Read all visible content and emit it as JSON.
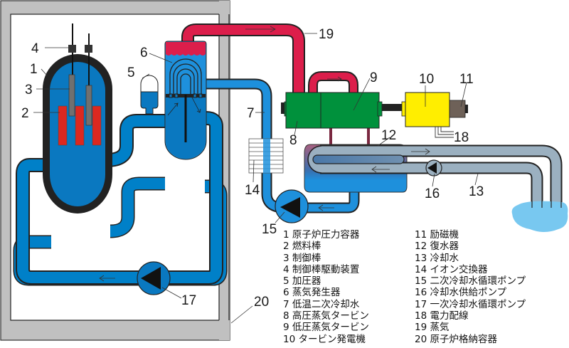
{
  "title": "加圧水型原子炉 (PWR) 構成図",
  "colors": {
    "primary_water": "#0080c8",
    "secondary_water": "#1e90dc",
    "steam": "#dc1e4b",
    "turbine": "#00913c",
    "generator": "#ffee00",
    "exciter": "#6e6158",
    "cooling_water": "#9bb0c0",
    "sea": "#78c8f0",
    "fuel": "#dc2820",
    "containment": "#c0c0c0"
  },
  "callouts": [
    "1",
    "2",
    "3",
    "4",
    "5",
    "6",
    "7",
    "8",
    "9",
    "10",
    "11",
    "12",
    "13",
    "14",
    "15",
    "16",
    "17",
    "18",
    "19",
    "20"
  ],
  "legend": [
    {
      "num": "1",
      "label": "原子炉圧力容器"
    },
    {
      "num": "2",
      "label": "燃料棒"
    },
    {
      "num": "3",
      "label": "制御棒"
    },
    {
      "num": "4",
      "label": "制御棒駆動装置"
    },
    {
      "num": "5",
      "label": "加圧器"
    },
    {
      "num": "6",
      "label": "蒸気発生器"
    },
    {
      "num": "7",
      "label": "低温二次冷却水"
    },
    {
      "num": "8",
      "label": "高圧蒸気タービン"
    },
    {
      "num": "9",
      "label": "低圧蒸気タービン"
    },
    {
      "num": "10",
      "label": "タービン発電機"
    },
    {
      "num": "11",
      "label": "励磁機"
    },
    {
      "num": "12",
      "label": "復水器"
    },
    {
      "num": "13",
      "label": "冷却水"
    },
    {
      "num": "14",
      "label": "イオン交換器"
    },
    {
      "num": "15",
      "label": "二次冷却水循環ポンプ"
    },
    {
      "num": "16",
      "label": "冷却水供給ポンプ"
    },
    {
      "num": "17",
      "label": "一次冷却水循環ポンプ"
    },
    {
      "num": "18",
      "label": "電力配線"
    },
    {
      "num": "19",
      "label": "蒸気"
    },
    {
      "num": "20",
      "label": "原子炉格納容器"
    }
  ]
}
